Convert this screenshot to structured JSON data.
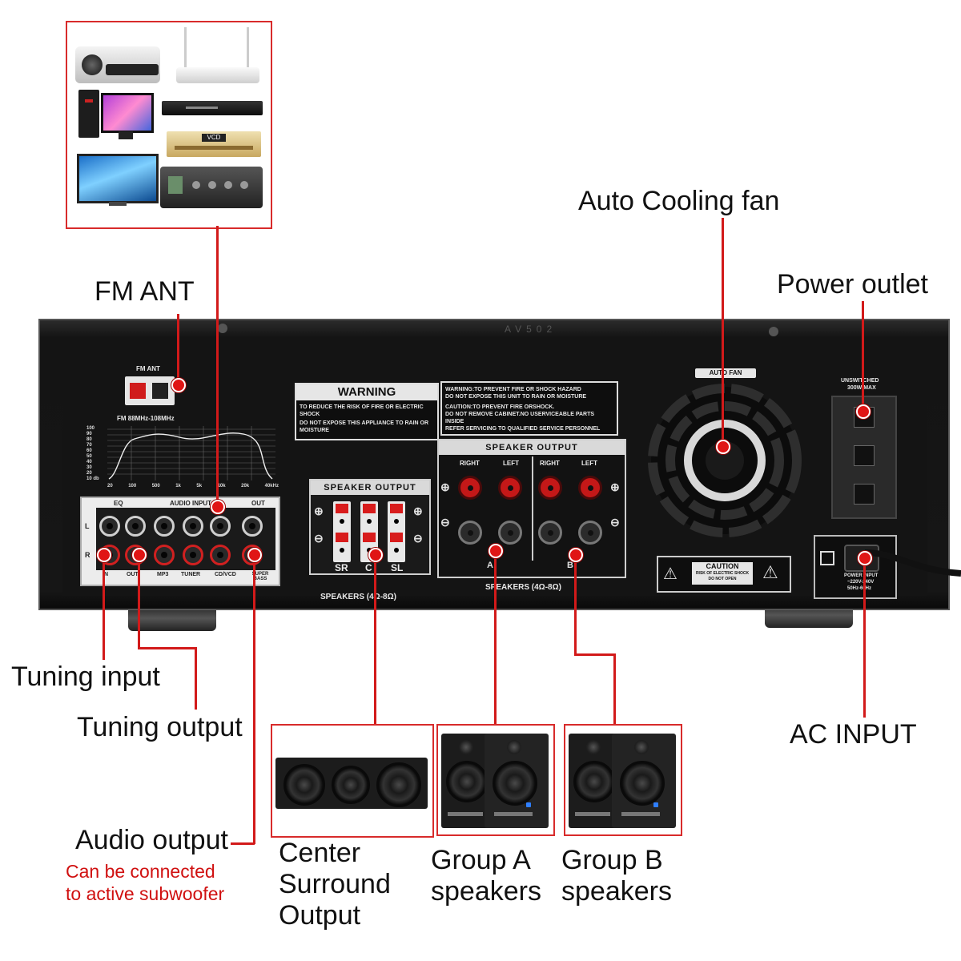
{
  "callouts": {
    "auto_cooling_fan": "Auto Cooling fan",
    "power_outlet": "Power outlet",
    "fm_ant": "FM ANT",
    "tuning_input": "Tuning input",
    "tuning_output": "Tuning output",
    "ac_input": "AC INPUT",
    "audio_output": "Audio output",
    "audio_output_note_1": "Can be connected",
    "audio_output_note_2": "to active subwoofer",
    "center_1": "Center",
    "center_2": "Surround",
    "center_3": "Output",
    "group_a_1": "Group A",
    "group_a_2": "speakers",
    "group_b_1": "Group B",
    "group_b_2": "speakers"
  },
  "panel": {
    "model": "AV502",
    "fm_ant": "FM ANT",
    "fm_range": "FM 88MHz-108MHz",
    "eq_y_ticks": [
      "100",
      "90",
      "80",
      "70",
      "60",
      "50",
      "40",
      "30",
      "20",
      "10 db"
    ],
    "eq_x_ticks": [
      "20",
      "100",
      "500",
      "1k",
      "5k",
      "10k",
      "20k",
      "40kHz"
    ],
    "input_group_eq": "EQ",
    "input_group_audio": "AUDIO INPUT",
    "input_group_out": "OUT",
    "row_l": "L",
    "row_r": "R",
    "input_labels": [
      "IN",
      "OUT",
      "MP3",
      "TUNER",
      "CD/VCD",
      "SUPER BASS"
    ],
    "warning_title": "WARNING",
    "warning_text_1": "TO REDUCE THE RISK OF FIRE OR ELECTRIC SHOCK",
    "warning_text_2": "DO NOT EXPOSE THIS APPLIANCE TO RAIN OR MOISTURE",
    "warning2_line1": "WARNING:TO PREVENT FIRE OR SHOCK HAZARD",
    "warning2_line2": "DO NOT EXPOSE THIS UNIT TO RAIN OR MOISTURE",
    "caution_line1": "CAUTION:TO PREVENT FIRE ORSHOCK.",
    "caution_line2": "DO NOT REMOVE CABINET.NO USERVICEABLE PARTS INSIDE",
    "caution_line3": "REFER SERVICING TO QUALIFIED SERVICE PERSONNEL",
    "speaker_output_center": "SPEAKER OUTPUT",
    "center_labels": [
      "SR",
      "C",
      "SL"
    ],
    "center_spec": "SPEAKERS (4Ω-8Ω)",
    "speaker_output_ab": "SPEAKER OUTPUT",
    "ab_channel_labels": [
      "RIGHT",
      "LEFT",
      "RIGHT",
      "LEFT"
    ],
    "ab_group_a": "A",
    "ab_group_b": "B",
    "ab_spec": "SPEAKERS (4Ω-8Ω)",
    "auto_fan": "AUTO FAN",
    "unswitched_1": "UNSWITCHED",
    "unswitched_2": "300W MAX",
    "caution_box_title": "CAUTION",
    "caution_box_1": "RISK OF ELECTRIC SHOCK",
    "caution_box_2": "DO NOT OPEN",
    "power_input_1": "POWER INPUT",
    "power_input_2": "~220V-240V",
    "power_input_3": "50Hz-60Hz"
  },
  "devices": {
    "vcd_label": "VCD"
  },
  "colors": {
    "leader_red": "#d21a1a",
    "note_red": "#d01010",
    "panel_black": "#141414"
  }
}
